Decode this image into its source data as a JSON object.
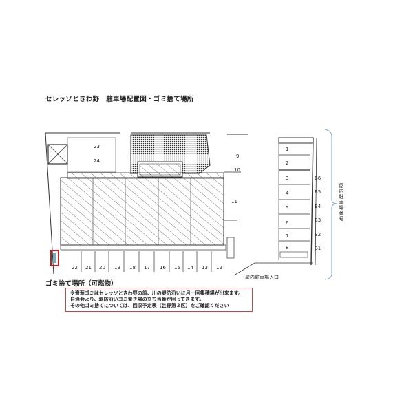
{
  "title": "セレッソときわ野　駐車場配置図・ゴミ捨て場所",
  "garbage_label": "ゴミ捨て場所（可燃物）",
  "indoor_entrance_label": "屋内駐車場入口",
  "indoor_numbers_label": "屋内駐車場番号",
  "note_lines": [
    "※資源ゴミはセレッソときわ野の前、川の堤防沿いに月一回集積場が出来ます。",
    "自治会より、堤防沿いゴミ置き場の立ち当番が回ってきます。",
    "その他ゴミ捨てについては、回収予定表（芸野第３区）をご確認ください"
  ],
  "bottom_spots": [
    "22",
    "21",
    "20",
    "19",
    "18",
    "17",
    "16",
    "15",
    "14",
    "13",
    "12"
  ],
  "right_spots": [
    "9",
    "10",
    "11"
  ],
  "top_left_spots": [
    "23",
    "24"
  ],
  "column_spots": [
    "1",
    "2",
    "3",
    "4",
    "5",
    "6",
    "7",
    "8"
  ],
  "indoor_spots": [
    "B6",
    "B5",
    "B4",
    "B3",
    "B2",
    "B1"
  ],
  "colors": {
    "note_border": "#c04848",
    "bracket": "#8aa6c8",
    "garbage_marker": "#c02020"
  }
}
